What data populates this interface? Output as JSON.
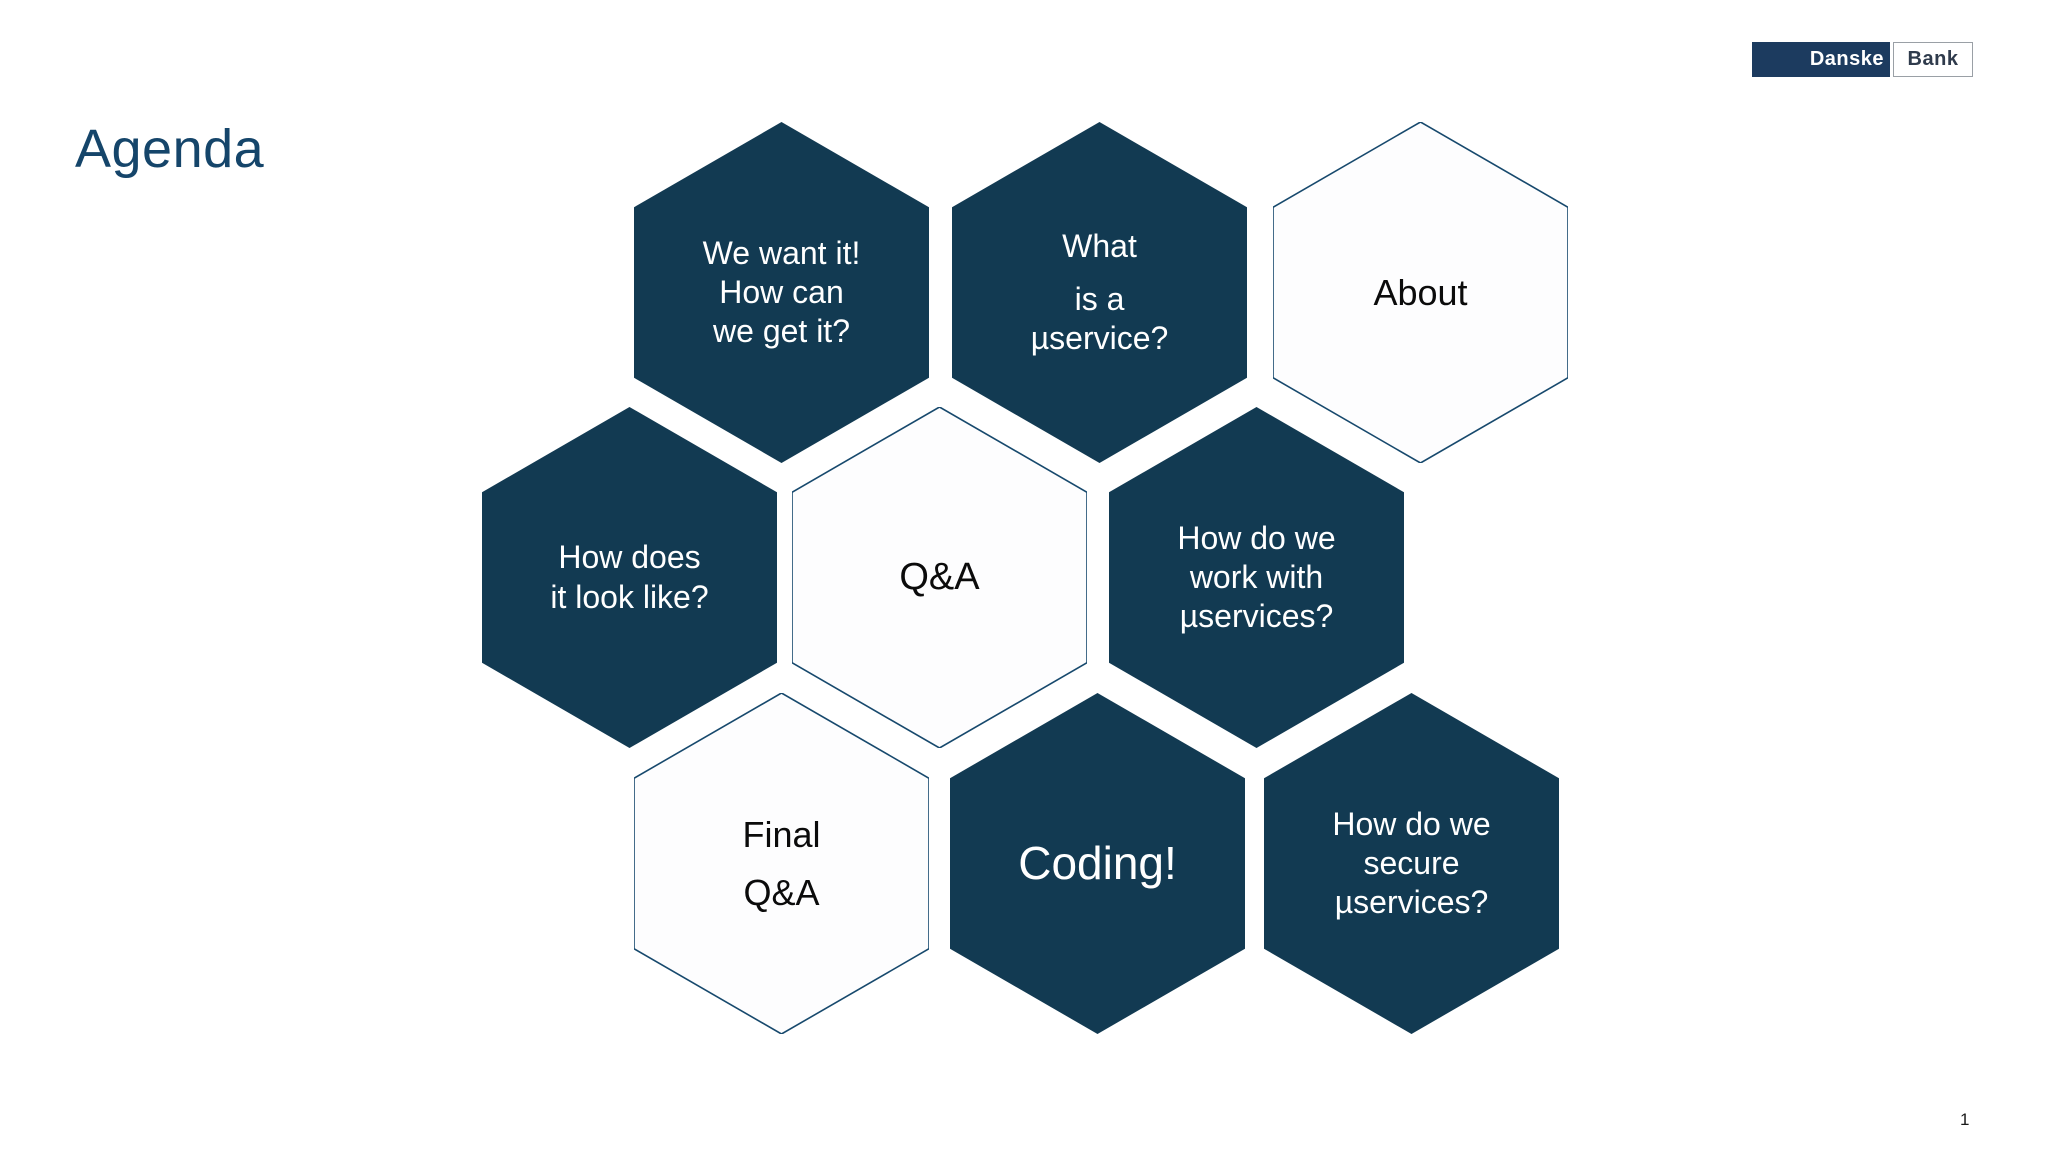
{
  "slide": {
    "title": "Agenda",
    "page_number": "1"
  },
  "logo": {
    "left_text": "Danske",
    "right_text": "Bank"
  },
  "colors": {
    "brand_navy": "#123A52",
    "hex_border": "#17496D",
    "title_text": "#15456A",
    "dark_hex_text": "#FFFFFF",
    "light_hex_text": "#0B0B0B",
    "logo_tile_navy": "#1C3B5F"
  },
  "hexagons": [
    {
      "name": "we-want-it",
      "style": "dark",
      "lines": [
        "We want it!",
        "How can",
        "we get it?"
      ]
    },
    {
      "name": "what-is-a-microservice",
      "style": "dark",
      "lines": [
        "What",
        "is a",
        "µservice?"
      ]
    },
    {
      "name": "about",
      "style": "light",
      "lines": [
        "About"
      ]
    },
    {
      "name": "how-does-it-look-like",
      "style": "dark",
      "lines": [
        "How does",
        "it look like?"
      ]
    },
    {
      "name": "q-and-a",
      "style": "light",
      "lines": [
        "Q&A"
      ]
    },
    {
      "name": "how-do-we-work-with-microservices",
      "style": "dark",
      "lines": [
        "How do we",
        "work with",
        "µservices?"
      ]
    },
    {
      "name": "final-q-and-a",
      "style": "light",
      "lines": [
        "Final",
        "Q&A"
      ]
    },
    {
      "name": "coding",
      "style": "dark",
      "lines": [
        "Coding!"
      ]
    },
    {
      "name": "how-do-we-secure-microservices",
      "style": "dark",
      "lines": [
        "How do we",
        "secure",
        "µservices?"
      ]
    }
  ]
}
